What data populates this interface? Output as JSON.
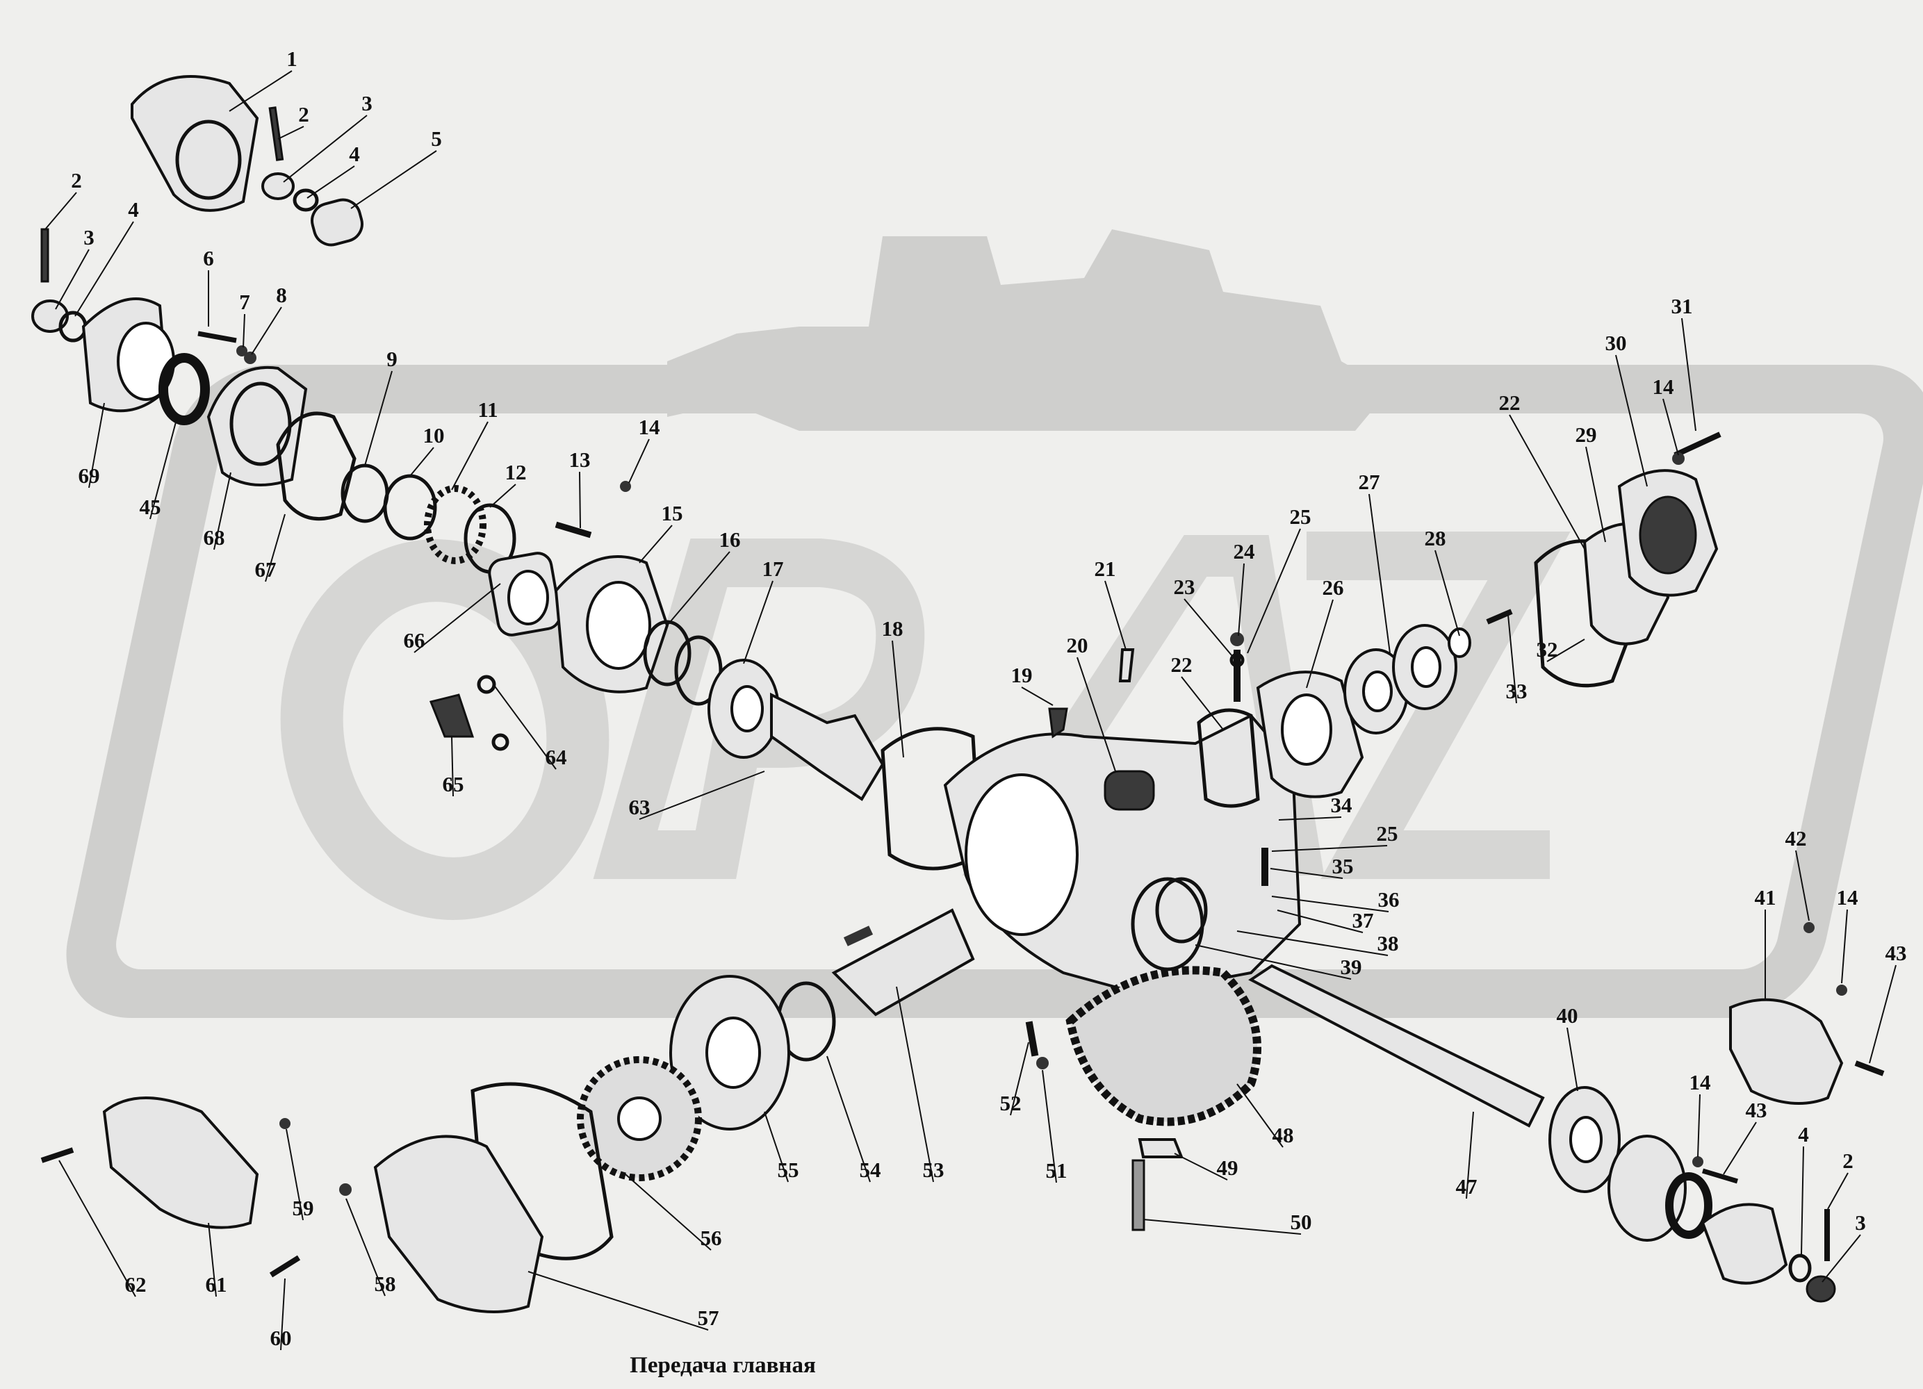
{
  "caption": "Передача главная",
  "callouts": [
    {
      "text": "1"
    },
    {
      "text": "2"
    },
    {
      "text": "3"
    },
    {
      "text": "4"
    },
    {
      "text": "5"
    },
    {
      "text": "2"
    },
    {
      "text": "3"
    },
    {
      "text": "4"
    },
    {
      "text": "6"
    },
    {
      "text": "7"
    },
    {
      "text": "8"
    },
    {
      "text": "69"
    },
    {
      "text": "45"
    },
    {
      "text": "68"
    },
    {
      "text": "67"
    },
    {
      "text": "9"
    },
    {
      "text": "10"
    },
    {
      "text": "11"
    },
    {
      "text": "12"
    },
    {
      "text": "13"
    },
    {
      "text": "14"
    },
    {
      "text": "15"
    },
    {
      "text": "16"
    },
    {
      "text": "17"
    },
    {
      "text": "18"
    },
    {
      "text": "66"
    },
    {
      "text": "64"
    },
    {
      "text": "65"
    },
    {
      "text": "63"
    },
    {
      "text": "19"
    },
    {
      "text": "20"
    },
    {
      "text": "21"
    },
    {
      "text": "22"
    },
    {
      "text": "23"
    },
    {
      "text": "24"
    },
    {
      "text": "25"
    },
    {
      "text": "26"
    },
    {
      "text": "27"
    },
    {
      "text": "28"
    },
    {
      "text": "22"
    },
    {
      "text": "29"
    },
    {
      "text": "30"
    },
    {
      "text": "14"
    },
    {
      "text": "31"
    },
    {
      "text": "32"
    },
    {
      "text": "33"
    },
    {
      "text": "34"
    },
    {
      "text": "25"
    },
    {
      "text": "35"
    },
    {
      "text": "36"
    },
    {
      "text": "37"
    },
    {
      "text": "38"
    },
    {
      "text": "39"
    },
    {
      "text": "42"
    },
    {
      "text": "41"
    },
    {
      "text": "14"
    },
    {
      "text": "43"
    },
    {
      "text": "40"
    },
    {
      "text": "14"
    },
    {
      "text": "43"
    },
    {
      "text": "4"
    },
    {
      "text": "2"
    },
    {
      "text": "3"
    },
    {
      "text": "47"
    },
    {
      "text": "48"
    },
    {
      "text": "49"
    },
    {
      "text": "50"
    },
    {
      "text": "51"
    },
    {
      "text": "52"
    },
    {
      "text": "53"
    },
    {
      "text": "54"
    },
    {
      "text": "55"
    },
    {
      "text": "56"
    },
    {
      "text": "57"
    },
    {
      "text": "58"
    },
    {
      "text": "59"
    },
    {
      "text": "60"
    },
    {
      "text": "61"
    },
    {
      "text": "62"
    }
  ]
}
